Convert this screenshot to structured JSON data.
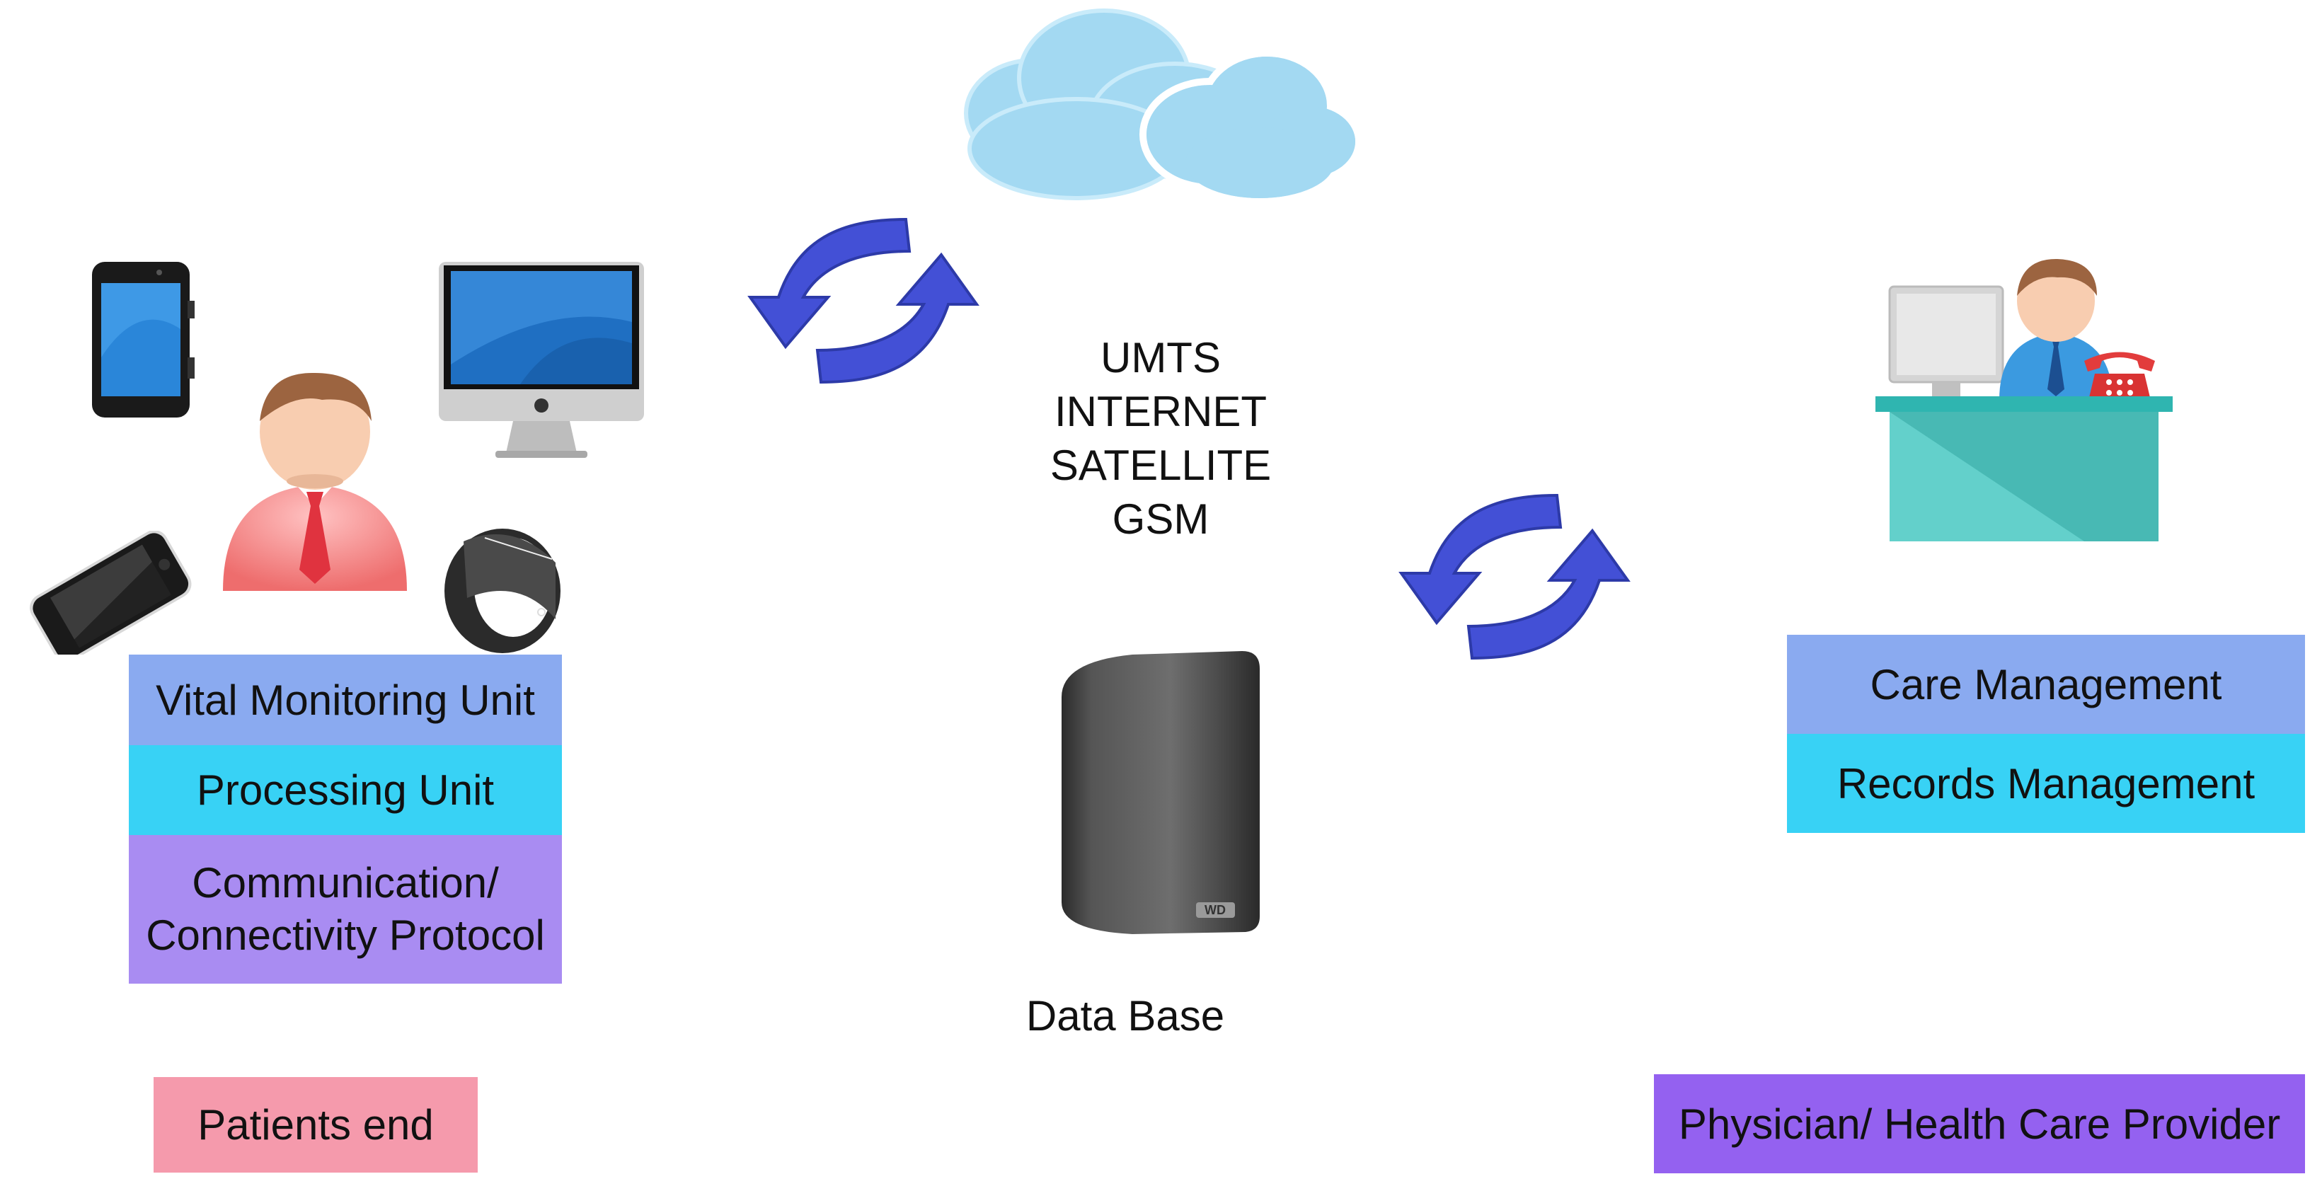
{
  "network": {
    "lines": [
      "UMTS",
      "INTERNET",
      "SATELLITE",
      "GSM"
    ]
  },
  "database": {
    "label": "Data Base",
    "brand": "WD"
  },
  "patient": {
    "stack": [
      "Vital Monitoring Unit",
      "Processing Unit",
      "Communication/",
      "Connectivity Protocol"
    ],
    "footer": "Patients end"
  },
  "provider": {
    "stack": [
      "Care Management",
      "Records Management"
    ],
    "footer": "Physician/ Health Care Provider"
  },
  "colors": {
    "vital": "#8AAAF0",
    "processing": "#38D2F5",
    "communication": "#A98CF2",
    "patients_end": "#F59AAC",
    "provider": "#9461F0",
    "arrow": "#4350D6",
    "cloud": "#A3D9F2"
  },
  "icons": [
    "tablet-icon",
    "desktop-computer-icon",
    "smartphone-icon",
    "smartwatch-icon",
    "patient-avatar-icon",
    "cloud-icon",
    "sync-arrows-icon",
    "database-drive-icon",
    "doctor-desk-icon",
    "telephone-icon"
  ]
}
